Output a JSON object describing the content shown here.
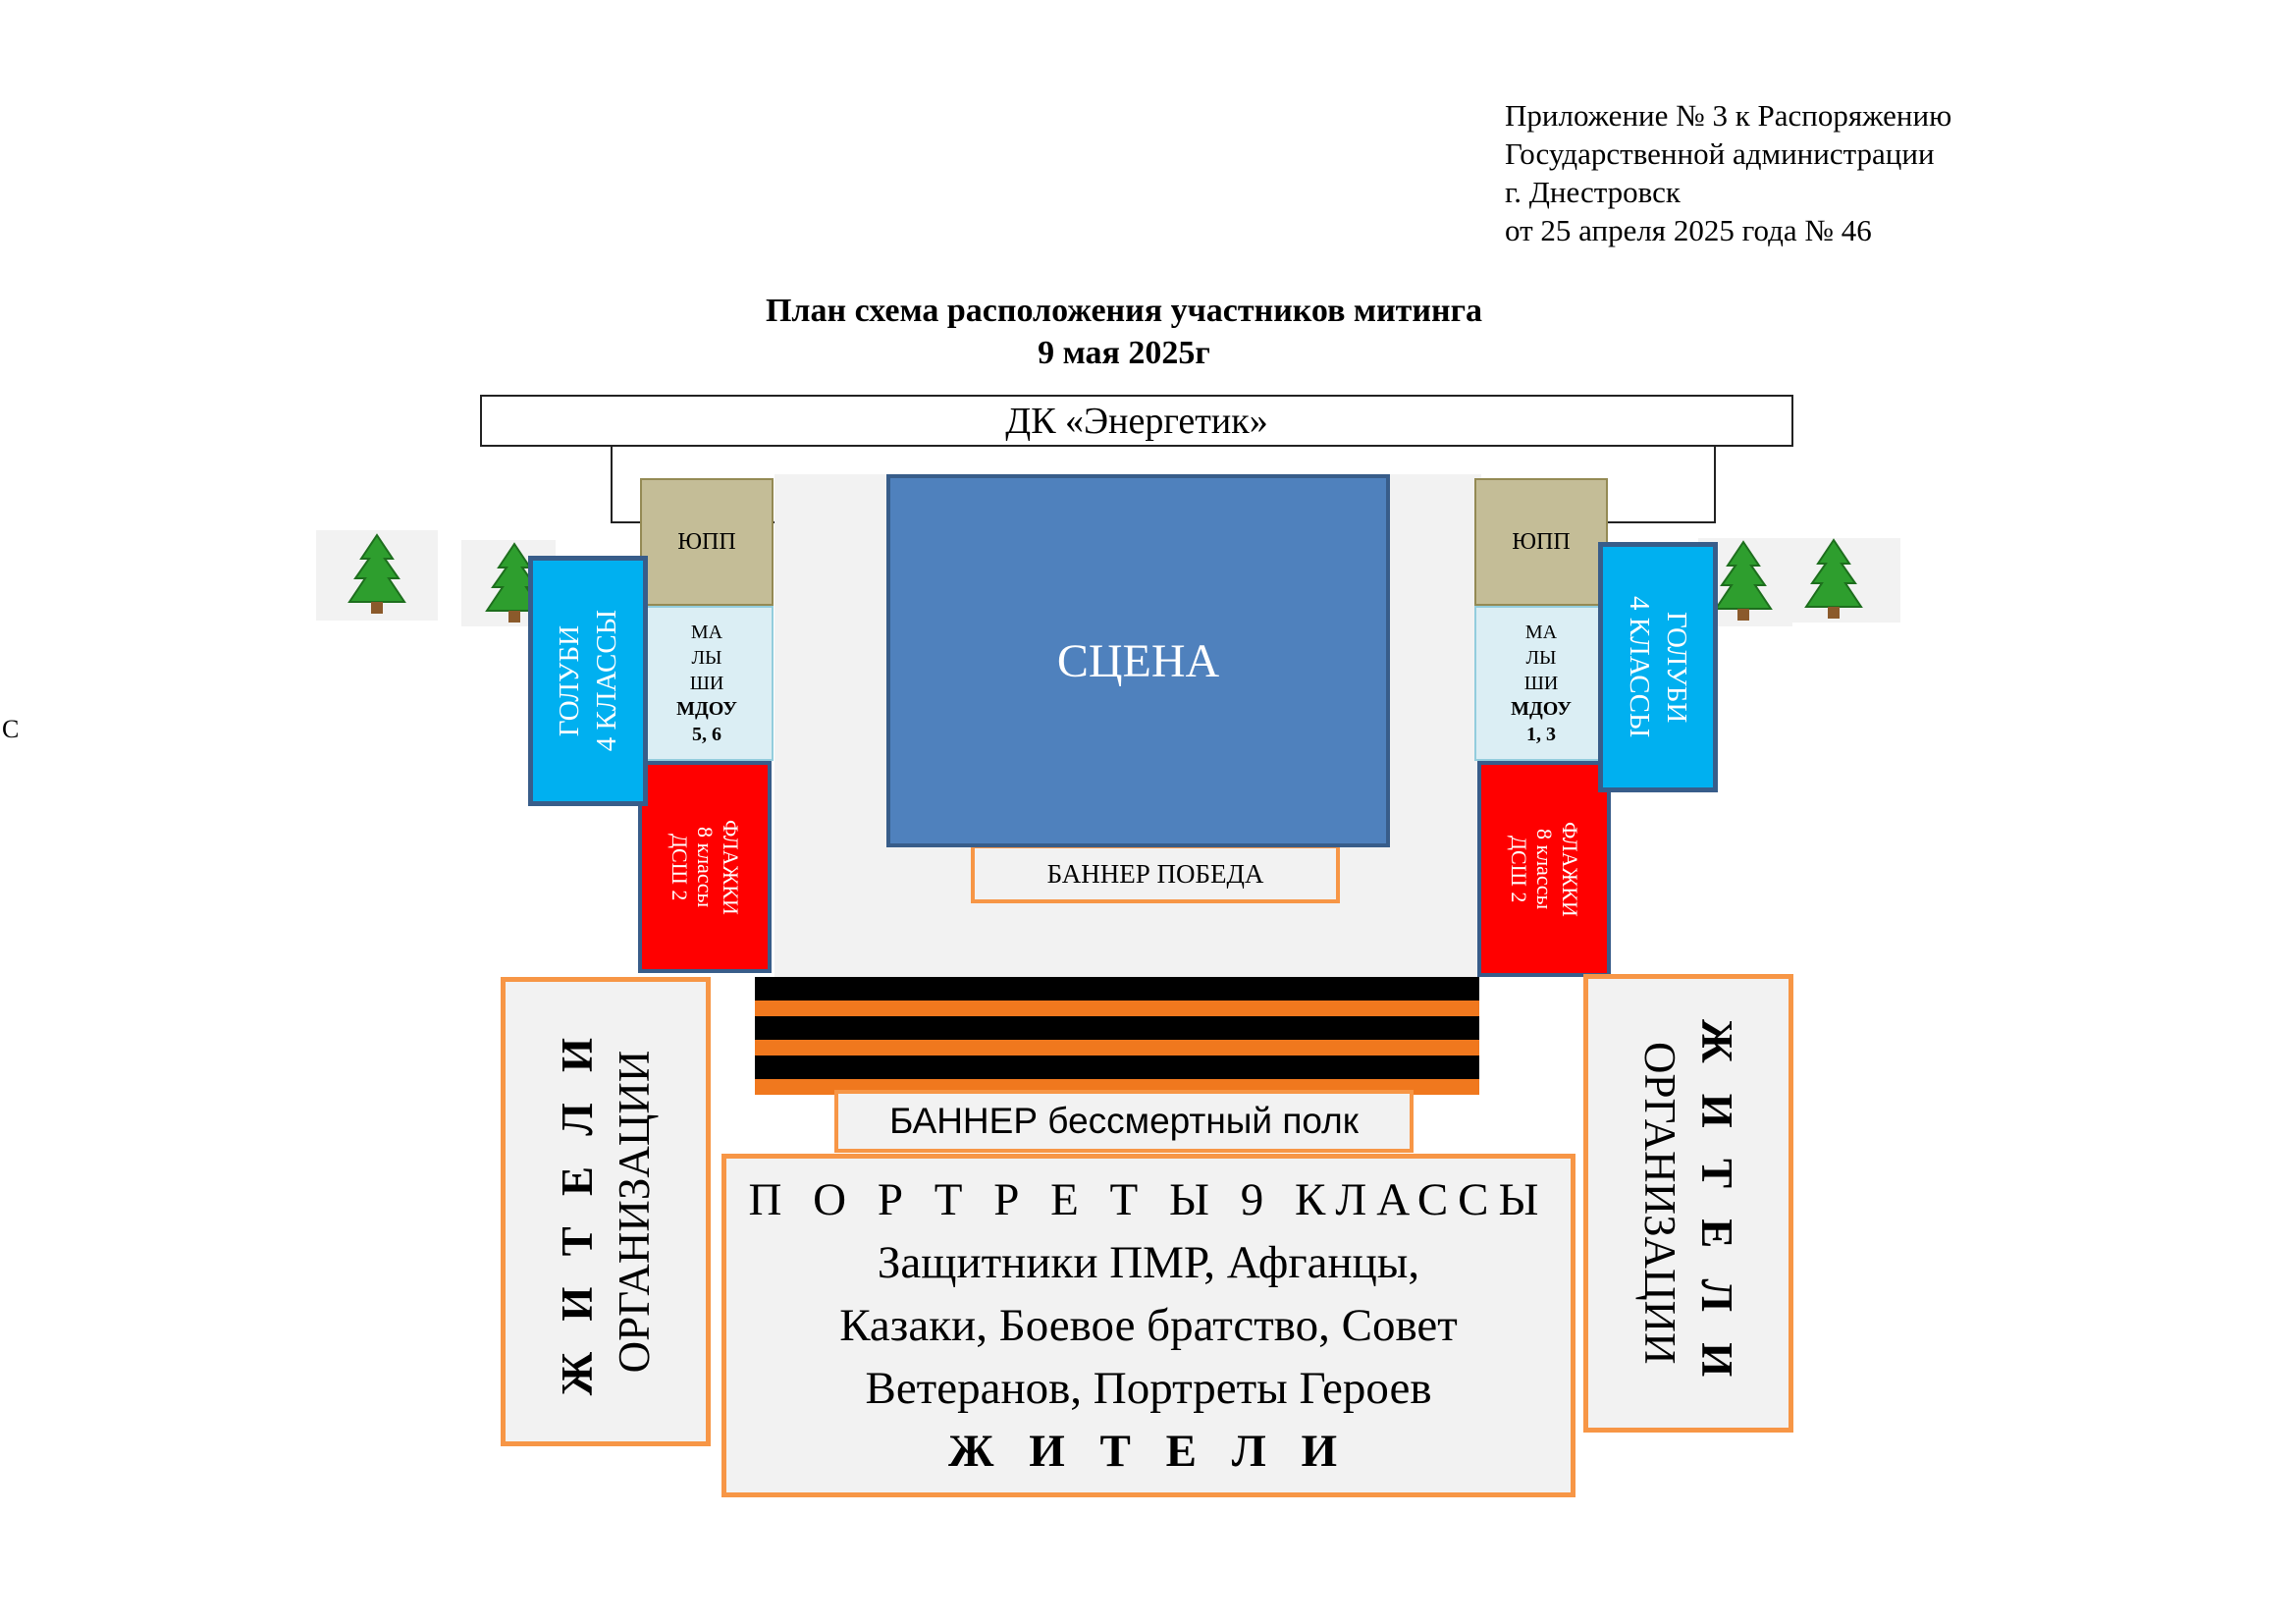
{
  "header_note": {
    "line1": "Приложение № 3 к Распоряжению",
    "line2": "Государственной администрации",
    "line3": "г. Днестровск",
    "line4": "от 25 апреля 2025 года № 46"
  },
  "title": {
    "line1": "План схема расположения участников митинга",
    "line2": "9 мая 2025г"
  },
  "stray_letter": "С",
  "building": "ДК «Энергетик»",
  "stage": "СЦЕНА",
  "banner_victory": "БАННЕР ПОБЕДА",
  "left_group": {
    "yupp": "ЮПП",
    "kids": [
      "МА",
      "ЛЫ",
      "ШИ",
      "МДОУ",
      "5, 6"
    ],
    "doves": [
      "ГОЛУБИ",
      "4 КЛАССЫ"
    ],
    "flags": [
      "ФЛАЖКИ",
      "8 классы",
      "ДСШ 2"
    ]
  },
  "right_group": {
    "yupp": "ЮПП",
    "kids": [
      "МА",
      "ЛЫ",
      "ШИ",
      "МДОУ",
      "1, 3"
    ],
    "doves": [
      "ГОЛУБИ",
      "4 КЛАССЫ"
    ],
    "flags": [
      "ФЛАЖКИ",
      "8 классы",
      "ДСШ 2"
    ]
  },
  "banner_regiment": "БАННЕР бессмертный полк",
  "residents_left": [
    "Ж И Т Е Л И",
    "ОРГАНИЗАЦИИ"
  ],
  "residents_right": [
    "Ж И Т Е Л И",
    "ОРГАНИЗАЦИИ"
  ],
  "portraits": {
    "line1": "П О Р Т Р Е Т Ы 9 КЛАССЫ",
    "line2": "Защитники ПМР, Афганцы,",
    "line3": "Казаки, Боевое братство, Совет",
    "line4": "Ветеранов, Портреты Героев",
    "line5": "Ж И Т Е Л И"
  },
  "colors": {
    "stage": "#4f81bd",
    "flags": "#ff0000",
    "doves": "#00b0f0",
    "yupp": "#c4bd97",
    "kids": "#dbeef4",
    "outline_orange": "#f79646",
    "ribbon_orange": "#f0781e",
    "tree_green": "#2e9e2e"
  },
  "icons": [
    "tree-icon"
  ]
}
